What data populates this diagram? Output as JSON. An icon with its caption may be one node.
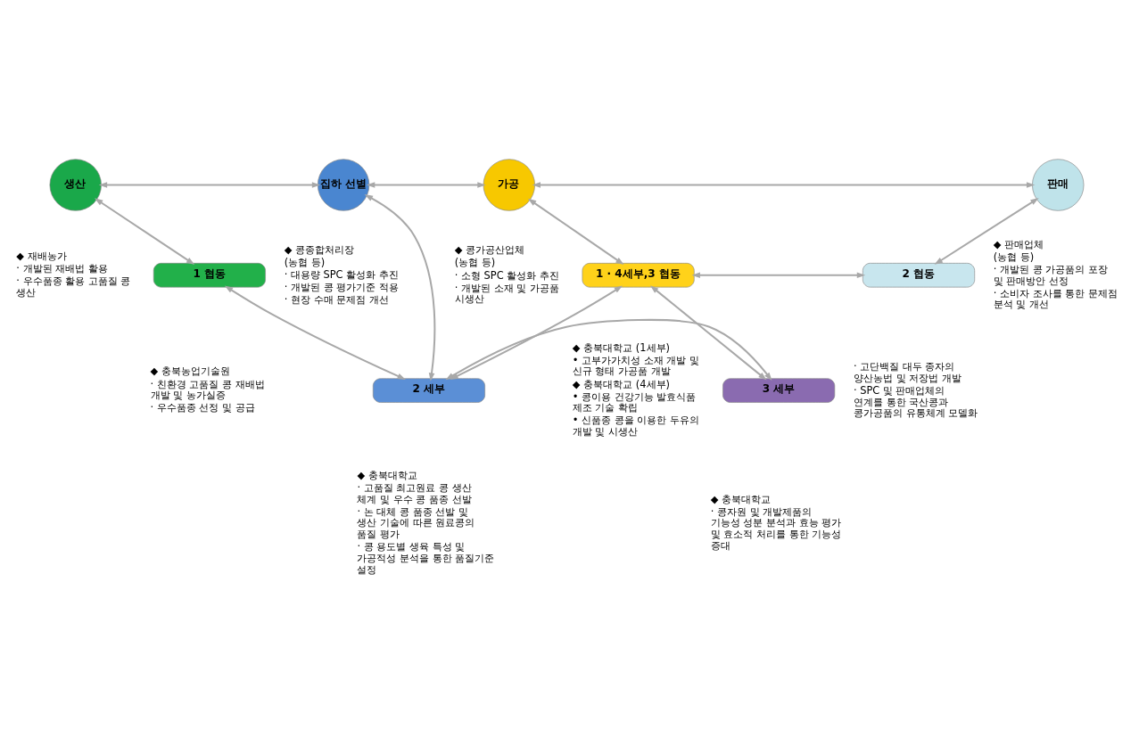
{
  "diagram": {
    "nodes": [
      {
        "text": [
          "생산"
        ],
        "beside": [
          "◆ 재배농가",
          "· 개발된 재배법 활용",
          "· 우수품종 활용 고품질 콩 생산"
        ]
      },
      {
        "text": [
          "집하 선별"
        ],
        "beside": [
          "◆ 콩종합처리장",
          "(농협 등)",
          "· 대용량 SPC 활성화 추진",
          "· 개발된 콩 평가기준 적용",
          "· 현장 수매 문제점 개선"
        ]
      },
      {
        "text": [
          "가공"
        ],
        "beside": [
          "◆ 콩가공산업체",
          "(농협 등)",
          "· 소형 SPC 활성화 추진",
          "· 개발된 소재 및 가공품 시생산"
        ]
      },
      {
        "text": [
          "판매"
        ],
        "beside": [
          "◆ 판매업체",
          "(농협 등)",
          "· 개발된 콩 가공품의 포장 및 판매방안 선정",
          "· 소비자 조사를 통한 문제점 분석 및 개선"
        ]
      },
      {
        "text": [
          "1 협동"
        ],
        "beside": [
          "◆ 충북농업기술원",
          "· 친환경 고품질 콩 재배법 개발 및 농가실증",
          "· 우수품종 선정 및 공급"
        ]
      },
      {
        "text": [
          "2 세부"
        ],
        "beside": [
          "◆ 충북대학교",
          "· 고품질 최고원료 콩 생산 체계 및 우수 콩 품종 선발",
          "· 논 대체 콩 품종 선발 및 생산 기술에 따른 원료콩의 품질 평가",
          "· 콩 용도별 생육 특성 및 가공적성 분석을 통한 품질기준 설정"
        ]
      },
      {
        "text": [
          "1 · 4세부,3 협동"
        ],
        "beside": [
          "◆ 충북대학교 (1세부)",
          "• 고부가가치성 소재 개발 및 신규 형태 가공품 개발",
          "◆ 충북대학교 (4세부)",
          "• 콩이용 건강기능 발효식품 제조 기술 확립",
          "• 신품종 콩을 이용한 두유의 개발 및 시생산"
        ]
      },
      {
        "text": [
          "2 협동"
        ],
        "beside": [
          "· 고단백질 대두 종자의 양산농법 및 저장법 개발",
          "· SPC 및 판매업체의 연계를 통한 국산콩과 콩가공품의 유통체계 모델화"
        ]
      },
      {
        "text": [
          "3 세부"
        ],
        "beside": [
          "◆ 충북대학교",
          "· 콩자원 및 개발제품의 기능성 성분 분석과 효능 평가 및 효소적 처리를 통한 기능성 증대"
        ]
      }
    ],
    "edges": [
      {
        "from": 0,
        "to": 1,
        "arrow": "both"
      },
      {
        "from": 1,
        "to": 2,
        "arrow": "both"
      },
      {
        "from": 2,
        "to": 3,
        "arrow": "both"
      },
      {
        "from": 0,
        "to": 4,
        "arrow": "both"
      },
      {
        "from": 1,
        "to": 5,
        "arrow": "both"
      },
      {
        "from": 2,
        "to": 6,
        "arrow": "both"
      },
      {
        "from": 3,
        "to": 7,
        "arrow": "both"
      },
      {
        "from": 4,
        "to": 5,
        "arrow": "both"
      },
      {
        "from": 6,
        "to": 7,
        "arrow": "both"
      },
      {
        "from": 6,
        "to": 5,
        "arrow": "both"
      },
      {
        "from": 5,
        "to": 8,
        "arrow": "both"
      },
      {
        "from": 6,
        "to": 8,
        "arrow": "both"
      }
    ]
  }
}
